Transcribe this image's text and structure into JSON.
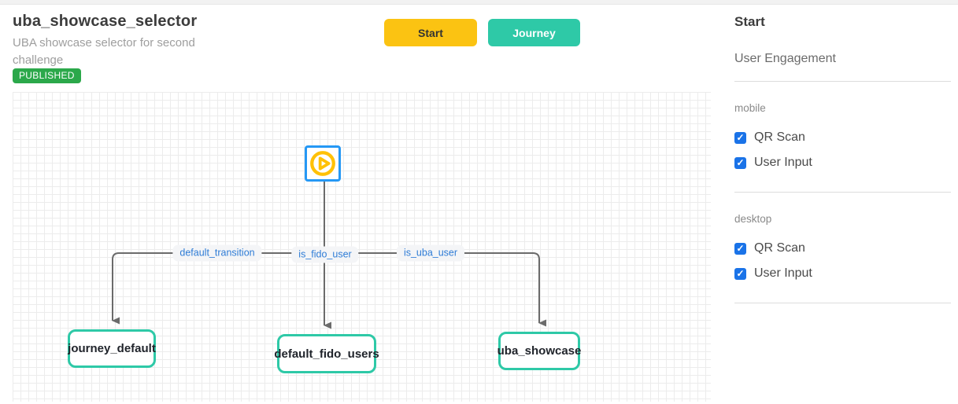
{
  "header": {
    "title": "uba_showcase_selector",
    "subtitle": "UBA showcase selector for second challenge",
    "status_badge": "PUBLISHED",
    "buttons": [
      {
        "label": "Start",
        "color": "#FBC312"
      },
      {
        "label": "Journey",
        "color": "#2EC9A7"
      }
    ]
  },
  "canvas": {
    "start_node": {
      "icon": "play-icon",
      "border_color": "#2598F5",
      "icon_color": "#FFC107"
    },
    "edge_labels": [
      {
        "label": "default_transition"
      },
      {
        "label": "is_fido_user"
      },
      {
        "label": "is_uba_user"
      }
    ],
    "nodes": [
      {
        "label": "journey_default"
      },
      {
        "label": "default_fido_users"
      },
      {
        "label": "uba_showcase"
      }
    ],
    "edge_color": "#6b6b6b",
    "node_border_color": "#2EC9A7",
    "label_text_color": "#2E7CD6"
  },
  "sidebar": {
    "title": "Start",
    "subtitle": "User Engagement",
    "sections": [
      {
        "label": "mobile",
        "options": [
          {
            "label": "QR Scan",
            "checked": true
          },
          {
            "label": "User Input",
            "checked": true
          }
        ]
      },
      {
        "label": "desktop",
        "options": [
          {
            "label": "QR Scan",
            "checked": true
          },
          {
            "label": "User Input",
            "checked": true
          }
        ]
      }
    ],
    "checkbox_color": "#1A73E8",
    "checkmark": "✓"
  }
}
